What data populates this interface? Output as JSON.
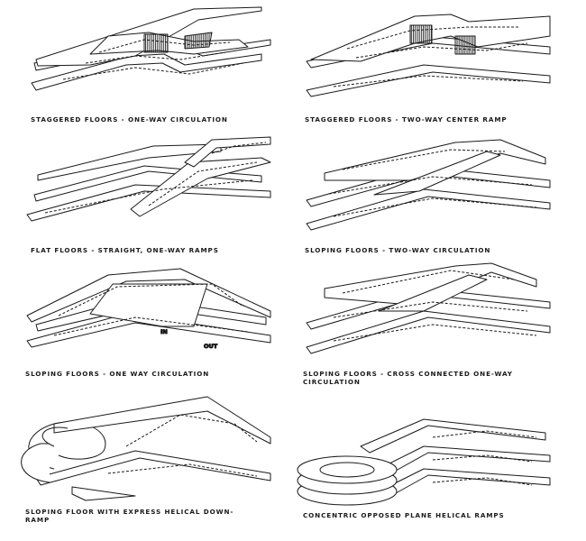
{
  "diagrams": [
    {
      "caption": "STAGGERED FLOORS - ONE-WAY CIRCULATION"
    },
    {
      "caption": "STAGGERED FLOORS - TWO-WAY CENTER RAMP"
    },
    {
      "caption": "FLAT FLOORS - STRAIGHT, ONE-WAY RAMPS"
    },
    {
      "caption": "SLOPING FLOORS - TWO-WAY CIRCULATION"
    },
    {
      "caption": "SLOPING FLOORS - ONE WAY CIRCULATION",
      "labels": {
        "in": "IN",
        "out": "OUT"
      }
    },
    {
      "caption": "SLOPING FLOORS - CROSS CONNECTED ONE-WAY\nCIRCULATION"
    },
    {
      "caption": "SLOPING FLOOR WITH EXPRESS HELICAL DOWN-\nRAMP"
    },
    {
      "caption": "CONCENTRIC OPPOSED PLANE HELICAL RAMPS"
    }
  ],
  "colors": {
    "ink": "#1a1a1a",
    "paper": "#ffffff"
  }
}
